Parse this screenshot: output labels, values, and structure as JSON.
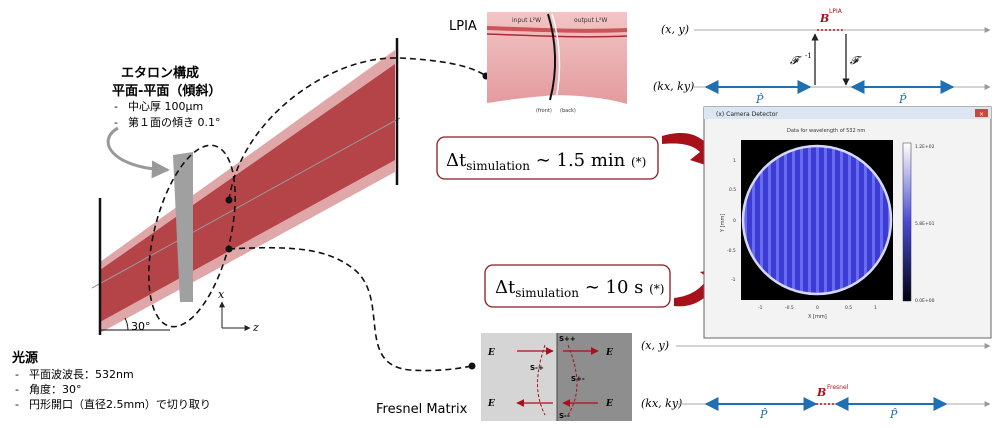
{
  "colors": {
    "beam": "#b03a3e",
    "beam_light": "#d68a8c",
    "arrow_red": "#a8101a",
    "axis_blue": "#1f6fb2",
    "dark_blue_frame": "#1a1a4a",
    "etalon": "#a0a0a0"
  },
  "etalon": {
    "title": "エタロン構成",
    "subtitle": "平面-平面（傾斜）",
    "item1": "中心厚 100µm",
    "item2": "第１面の傾き 0.1°"
  },
  "source": {
    "title": "光源",
    "item1": "平面波波長：532nm",
    "item2": "角度：30°",
    "item3": "円形開口（直径2.5mm）で切り取り"
  },
  "angle_label": "30°",
  "axis": {
    "x": "x",
    "z": "z"
  },
  "lpia": {
    "label": "LPIA",
    "inset_input": "input L²W",
    "inset_output": "output L²W",
    "inset_bottom1": "(front)",
    "inset_bottom2": "(back)"
  },
  "fresnel": {
    "label": "Fresnel Matrix",
    "e_in_plus": "E",
    "s_labels": [
      "S++",
      "S+-",
      "S-+",
      "S--"
    ]
  },
  "simulation": {
    "lpia_prefix": "Δt",
    "lpia_sub": "simulation",
    "lpia_value": "∼ 1.5 min",
    "lpia_note": "(*)",
    "fresnel_prefix": "Δt",
    "fresnel_sub": "simulation",
    "fresnel_value": "∼ 10 s",
    "fresnel_note": "(*)"
  },
  "operators": {
    "xy": "(x, y)",
    "kxky": "(kx, ky)",
    "B_lpia": "B",
    "B_lpia_sup": "LPIA",
    "F_inv": "𝓕",
    "F_inv_sup": "-1",
    "F": "𝓕",
    "P": "P̂",
    "B_fresnel": "B",
    "B_fresnel_sup": "Fresnel"
  },
  "window": {
    "title": "(x) Camera Detector",
    "subtitle": "Data for wavelength of 532 nm",
    "colorbar_max": "1.2E+02",
    "colorbar_mid": "5.8E+01",
    "colorbar_min": "0.0E+00",
    "x_axis_label": "X [mm]",
    "y_axis_label": "Y [mm]",
    "x_ticks": [
      "-1",
      "-0.5",
      "0",
      "0.5",
      "1"
    ],
    "y_ticks": [
      "1",
      "0.5",
      "0",
      "-0.5",
      "-1"
    ]
  }
}
